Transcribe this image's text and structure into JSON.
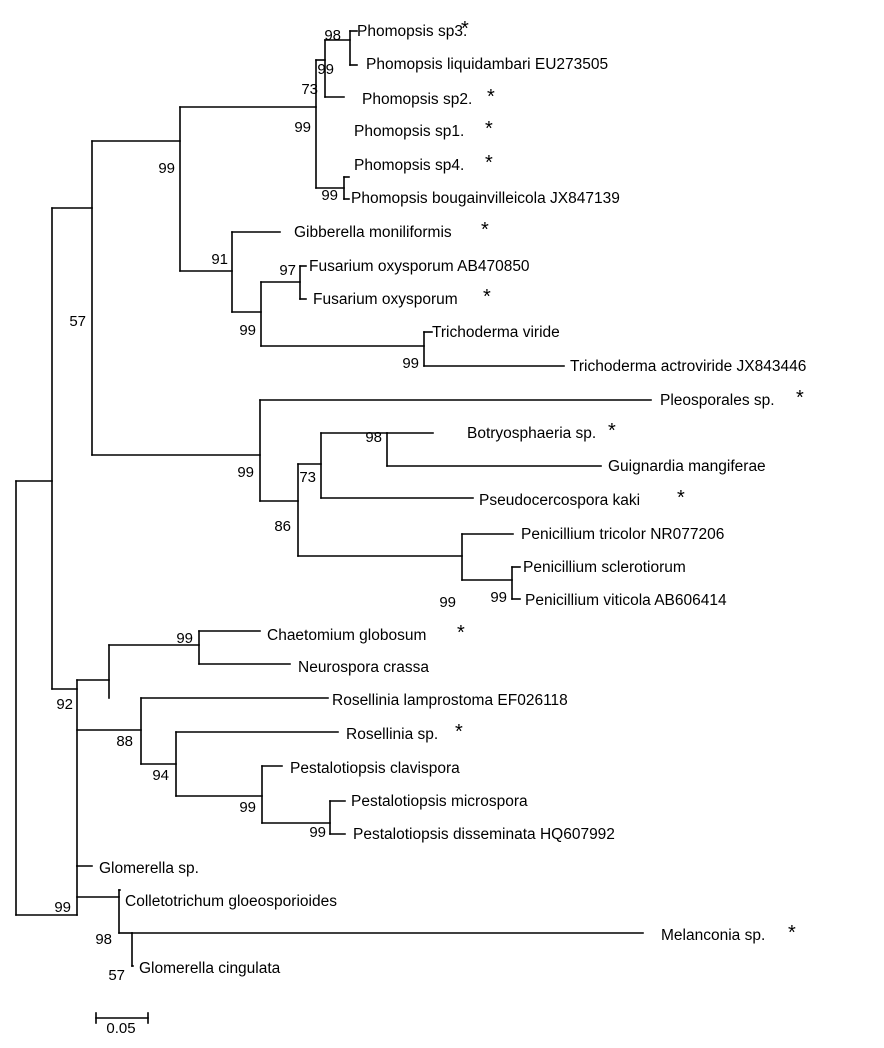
{
  "tree": {
    "line_color": "#000000",
    "leaves": [
      {
        "name": "Phomopsis sp3.",
        "star": "*"
      },
      {
        "name": "Phomopsis liquidambari EU273505",
        "star": ""
      },
      {
        "name": "Phomopsis sp2.",
        "star": "*"
      },
      {
        "name": "Phomopsis sp1.",
        "star": "*"
      },
      {
        "name": "Phomopsis sp4.",
        "star": "*"
      },
      {
        "name": "Phomopsis bougainvilleicola JX847139",
        "star": ""
      },
      {
        "name": "Gibberella moniliformis",
        "star": "*"
      },
      {
        "name": "Fusarium oxysporum AB470850",
        "star": ""
      },
      {
        "name": "Fusarium oxysporum",
        "star": "*"
      },
      {
        "name": "Trichoderma viride",
        "star": ""
      },
      {
        "name": "Trichoderma actroviride JX843446",
        "star": ""
      },
      {
        "name": "Pleosporales sp.",
        "star": "*"
      },
      {
        "name": "Botryosphaeria sp.",
        "star": "*"
      },
      {
        "name": "Guignardia mangiferae",
        "star": ""
      },
      {
        "name": "Pseudocercospora kaki",
        "star": "*"
      },
      {
        "name": "Penicillium tricolor NR077206",
        "star": ""
      },
      {
        "name": "Penicillium sclerotiorum",
        "star": ""
      },
      {
        "name": "Penicillium viticola AB606414",
        "star": ""
      },
      {
        "name": "Chaetomium globosum",
        "star": "*"
      },
      {
        "name": "Neurospora crassa",
        "star": ""
      },
      {
        "name": "Rosellinia lamprostoma EF026118",
        "star": ""
      },
      {
        "name": "Rosellinia sp.",
        "star": "*"
      },
      {
        "name": "Pestalotiopsis clavispora",
        "star": ""
      },
      {
        "name": "Pestalotiopsis microspora",
        "star": ""
      },
      {
        "name": "Pestalotiopsis disseminata HQ607992",
        "star": ""
      },
      {
        "name": "Glomerella sp.",
        "star": ""
      },
      {
        "name": "Colletotrichum gloeosporioides",
        "star": ""
      },
      {
        "name": "Melanconia sp.",
        "star": "*"
      },
      {
        "name": "Glomerella cingulata",
        "star": ""
      }
    ],
    "bootstrap_values": [
      "98",
      "99",
      "73",
      "99",
      "99",
      "99",
      "97",
      "91",
      "99",
      "99",
      "57",
      "98",
      "73",
      "86",
      "99",
      "99",
      "99",
      "99",
      "92",
      "88",
      "94",
      "99",
      "99",
      "99",
      "98",
      "57"
    ],
    "scale_bar": {
      "label": "0.05",
      "value": 0.05
    }
  }
}
